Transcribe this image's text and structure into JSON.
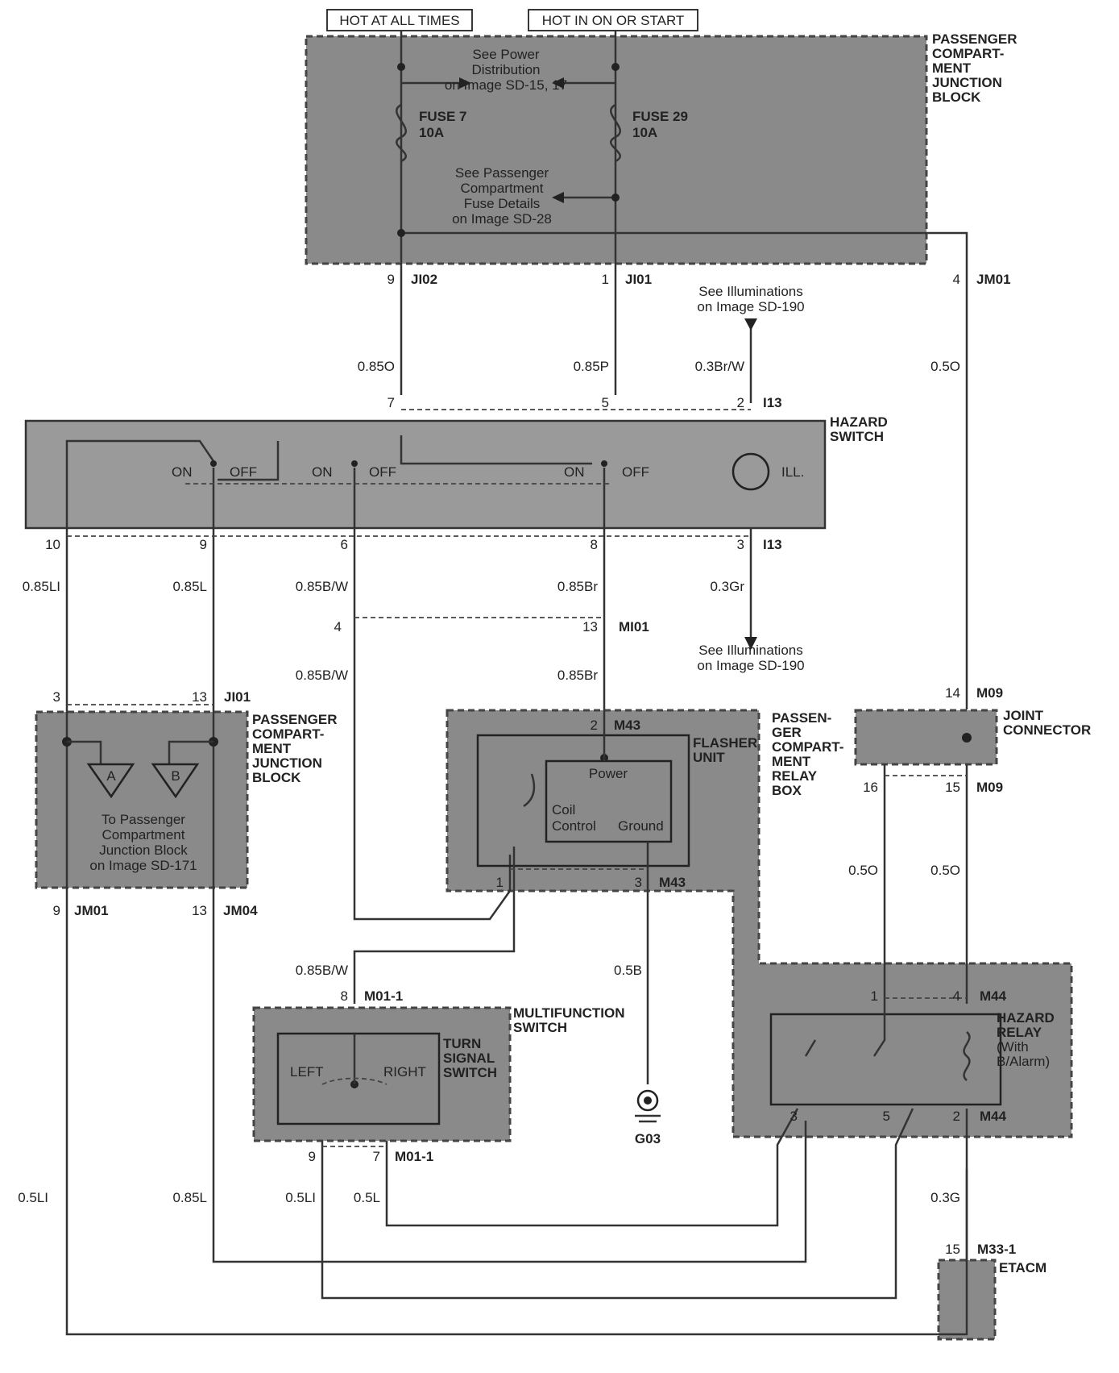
{
  "supplies": {
    "hot_at_all_times": "HOT AT ALL TIMES",
    "hot_in_on_or_start": "HOT IN ON OR START"
  },
  "components": {
    "pcjb_top": [
      "PASSENGER",
      "COMPART-",
      "MENT",
      "JUNCTION",
      "BLOCK"
    ],
    "pcjb_left": [
      "PASSENGER",
      "COMPART-",
      "MENT",
      "JUNCTION",
      "BLOCK"
    ],
    "hazard_switch": [
      "HAZARD",
      "SWITCH"
    ],
    "flasher_unit": [
      "FLASHER",
      "UNIT"
    ],
    "relay_box": [
      "PASSEN-",
      "GER",
      "COMPART-",
      "MENT",
      "RELAY",
      "BOX"
    ],
    "joint_connector": [
      "JOINT",
      "CONNECTOR"
    ],
    "multifunction_switch": [
      "MULTIFUNCTION",
      "SWITCH"
    ],
    "turn_signal_switch": [
      "TURN",
      "SIGNAL",
      "SWITCH"
    ],
    "hazard_relay": [
      "HAZARD",
      "RELAY"
    ],
    "hazard_relay_sub": [
      "(With",
      "B/Alarm)"
    ],
    "etacm": "ETACM",
    "ground": "G03"
  },
  "notes": {
    "power_dist": [
      "See Power",
      "Distribution",
      "on Image SD-15, 17"
    ],
    "fuse_details": [
      "See Passenger",
      "Compartment",
      "Fuse Details",
      "on Image SD-28"
    ],
    "illum_top": [
      "See Illuminations",
      "on Image SD-190"
    ],
    "illum_bottom": [
      "See Illuminations",
      "on Image SD-190"
    ],
    "to_pcjb": [
      "To Passenger",
      "Compartment",
      "Junction Block",
      "on Image SD-171"
    ]
  },
  "fuses": {
    "fuse7": [
      "FUSE 7",
      "10A"
    ],
    "fuse29": [
      "FUSE 29",
      "10A"
    ]
  },
  "switch_labels": {
    "on": "ON",
    "off": "OFF",
    "ill": "ILL.",
    "left": "LEFT",
    "right": "RIGHT",
    "power": "Power",
    "coil": "Coil",
    "control": "Control",
    "ground": "Ground",
    "tri_a": "A",
    "tri_b": "B"
  },
  "connectors": {
    "ji02": "JI02",
    "ji01": "JI01",
    "jm01": "JM01",
    "i13": "I13",
    "mi01": "MI01",
    "m43": "M43",
    "m09": "M09",
    "jm04": "JM04",
    "m01_1": "M01-1",
    "m44": "M44",
    "m33_1": "M33-1"
  },
  "pins": {
    "p9_ji02": "9",
    "p1_ji01": "1",
    "p4_jm01": "4",
    "p7": "7",
    "p5": "5",
    "p2_i13": "2",
    "p10": "10",
    "p9": "9",
    "p6": "6",
    "p8": "8",
    "p3_i13": "3",
    "p4_mi": "4",
    "p13_mi": "13",
    "p3_jb": "3",
    "p13_jb": "13",
    "p2_m43": "2",
    "p14_m09": "14",
    "p16": "16",
    "p15_m09": "15",
    "p9_jm01": "9",
    "p13_jm04": "13",
    "p1_m43": "1",
    "p3_m43": "3",
    "p8_m01": "8",
    "p9_m01": "9",
    "p7_m01": "7",
    "p1_m44": "1",
    "p4_m44": "4",
    "p3_m44": "3",
    "p5_m44": "5",
    "p2_m44": "2",
    "p15_m33": "15"
  },
  "wires": {
    "w085o": "0.85O",
    "w085p": "0.85P",
    "w03brw": "0.3Br/W",
    "w05o_top": "0.5O",
    "w085li": "0.85LI",
    "w085l": "0.85L",
    "w085bw_1": "0.85B/W",
    "w085br_1": "0.85Br",
    "w03gr": "0.3Gr",
    "w085bw_2": "0.85B/W",
    "w085br_2": "0.85Br",
    "w05o_a": "0.5O",
    "w05o_b": "0.5O",
    "w085bw_3": "0.85B/W",
    "w05b": "0.5B",
    "w05li_l": "0.5LI",
    "w085l_2": "0.85L",
    "w05li": "0.5LI",
    "w05l": "0.5L",
    "w03g": "0.3G"
  }
}
